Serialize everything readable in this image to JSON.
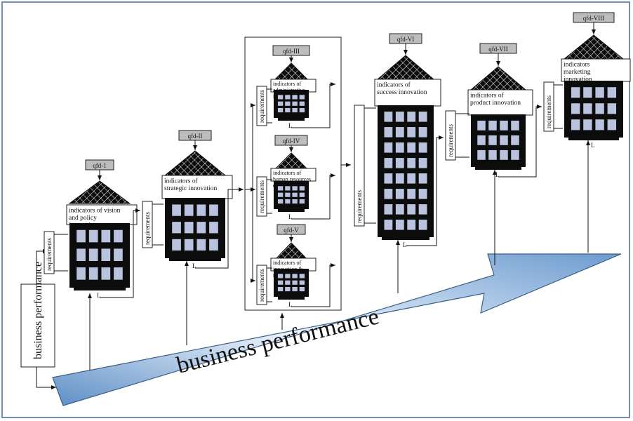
{
  "diagram": {
    "big_arrow_label": "business performance",
    "side_box_label": "business performance",
    "requirements_label": "requirements",
    "houses": [
      {
        "id": "qfd-1",
        "tag": "qfd-1",
        "label": "indicators of vision and policy innovation"
      },
      {
        "id": "qfd-2",
        "tag": "qfd-II",
        "label": "indicators of strategic innovation"
      },
      {
        "id": "qfd-3",
        "tag": "qfd-III",
        "label": "indicators of administrative innovation"
      },
      {
        "id": "qfd-4",
        "tag": "qfd-IV",
        "label": "indicators of human resources development"
      },
      {
        "id": "qfd-5",
        "tag": "qfd-V",
        "label": "indicators of innovation & networking"
      },
      {
        "id": "qfd-6",
        "tag": "qfd-VI",
        "label": "indicators of success innovation"
      },
      {
        "id": "qfd-7",
        "tag": "qfd-VII",
        "label": "indicators of product innovation"
      },
      {
        "id": "qfd-8",
        "tag": "qfd-VIII",
        "label": "indicators marketing innovation"
      }
    ]
  },
  "colors": {
    "frame": "#6f8fb8",
    "arrow_light": "#eef5fc",
    "arrow_dark": "#5e8fc6",
    "arrow_text": "#d8122a",
    "building": "#0c0c0c",
    "window": "#b9c3dd",
    "roof_line": "#ffffff"
  }
}
